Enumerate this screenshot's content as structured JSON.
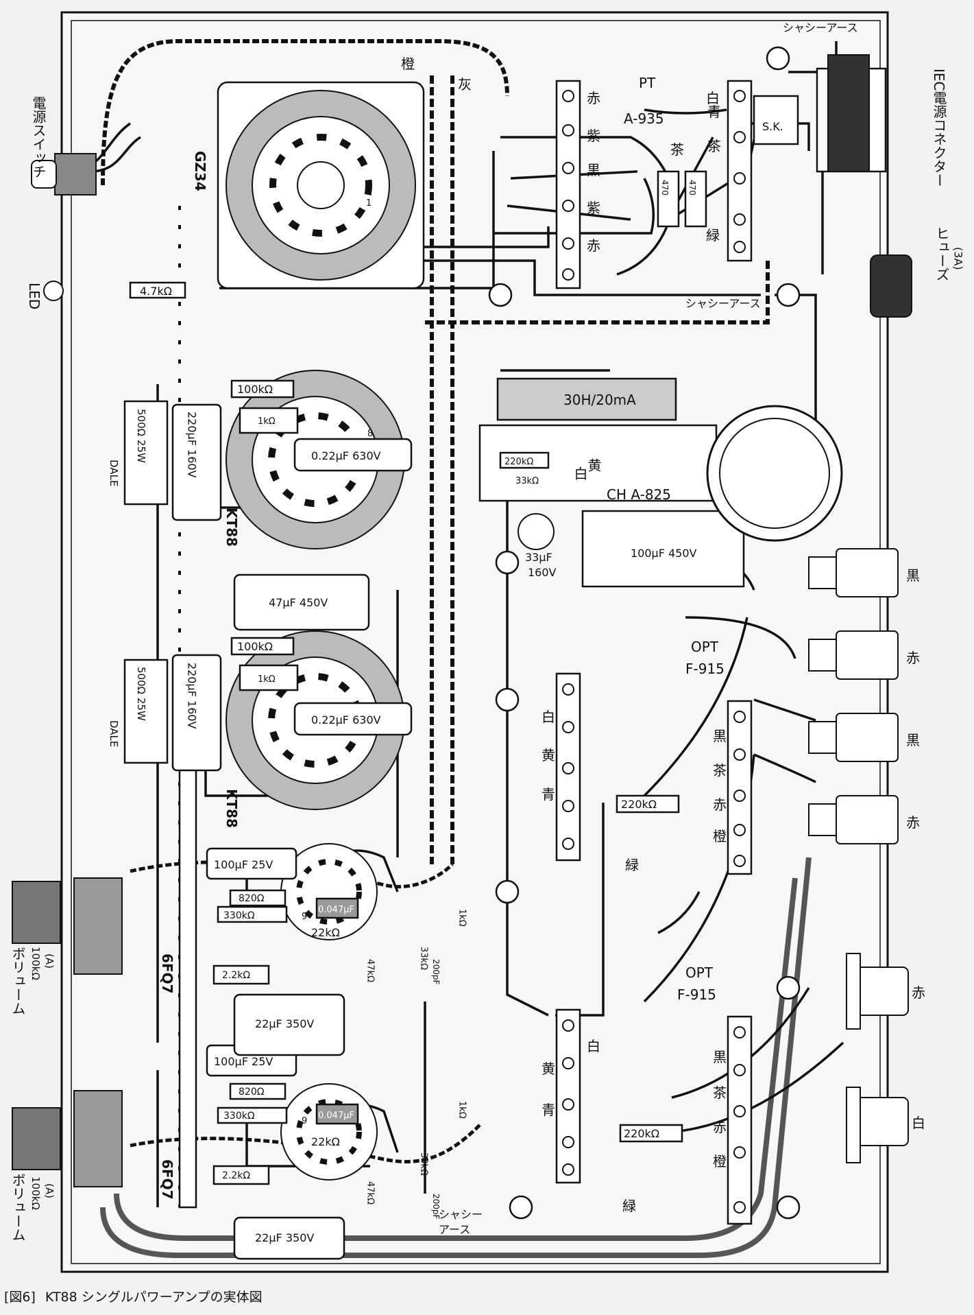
{
  "caption": {
    "figure": "[図6]",
    "title": "KT88 シングルパワーアンプの実体図"
  },
  "components": {
    "power_switch": "電源スイッチ",
    "led": "LED",
    "led_resistor": "4.7kΩ",
    "rectifier_tube": "GZ34",
    "power_tube_1": "KT88",
    "power_tube_2": "KT88",
    "driver_tube_1": "6FQ7",
    "driver_tube_2": "6FQ7",
    "volume_1": "ボリューム",
    "volume_1_value": "100kΩ",
    "volume_1_taper": "(A)",
    "volume_2": "ボリューム",
    "volume_2_value": "100kΩ",
    "volume_2_taper": "(A)",
    "power_transformer": "PT",
    "power_transformer_model": "A-935",
    "choke": "30H/20mA",
    "choke_model": "CH A-825",
    "opt_1": "OPT",
    "opt_1_model": "F-915",
    "opt_2": "OPT",
    "opt_2_model": "F-915",
    "iec_connector": "IEC電源コネクター",
    "fuse": "ヒューズ",
    "fuse_rating": "(3A)",
    "chassis_earth_1": "シャシーアース",
    "chassis_earth_2": "シャシーアース",
    "chassis_earth_3": "シャシー",
    "chassis_earth_3b": "アース",
    "sk": "S.K.",
    "dale_1": "DALE",
    "dale_2": "DALE",
    "res_500_1": "500Ω 25W",
    "res_500_2": "500Ω 25W",
    "cap_220_1": "220µF 160V",
    "cap_220_2": "220µF 160V",
    "cap_022_1": "0.22µF 630V",
    "cap_022_2": "0.22µF 630V",
    "cap_47": "47µF 450V",
    "cap_100_450": "100µF 450V",
    "cap_33": "33µF",
    "cap_33_v": "160V",
    "cap_100_25_1": "100µF 25V",
    "cap_100_25_2": "100µF 25V",
    "cap_22_350_1": "22µF 350V",
    "cap_22_350_2": "22µF 350V",
    "cap_0047_1": "0.047µF",
    "cap_0047_2": "0.047µF",
    "cap_200p_1": "200pF",
    "cap_200p_2": "200pF",
    "res_100k_1": "100kΩ",
    "res_100k_2": "100kΩ",
    "res_1k_a": "1kΩ",
    "res_1k_b": "1kΩ",
    "res_1k_c": "1kΩ",
    "res_1k_d": "1kΩ",
    "res_220k_1": "220kΩ",
    "res_220k_2": "220kΩ",
    "res_220k_3": "220kΩ",
    "res_33k_1": "33kΩ",
    "res_33k_2": "33kΩ",
    "res_33k_3": "33kΩ",
    "res_47k_1": "47kΩ",
    "res_47k_2": "47kΩ",
    "res_22k_1": "22kΩ",
    "res_22k_2": "22kΩ",
    "res_820_1": "820Ω",
    "res_820_2": "820Ω",
    "res_330k_1": "330kΩ",
    "res_330k_2": "330kΩ",
    "res_22k_s1": "2.2kΩ",
    "res_22k_s2": "2.2kΩ",
    "res_470_1": "470",
    "res_470_2": "470"
  },
  "wire_colors": {
    "pt_left": [
      "赤",
      "紫",
      "黒",
      "紫",
      "赤"
    ],
    "pt_right": [
      "白",
      "青",
      "茶",
      "茶"
    ],
    "pt_green": "緑",
    "pt_orange": "橙",
    "pt_gray": "灰",
    "ch_white": "白",
    "ch_yellow": "黄",
    "opt1_left": [
      "白",
      "黄",
      "青"
    ],
    "opt1_right": [
      "黒",
      "茶",
      "赤",
      "橙"
    ],
    "opt1_green": "緑",
    "opt2_left": [
      "白",
      "黄",
      "青"
    ],
    "opt2_right": [
      "黒",
      "茶",
      "赤",
      "橙"
    ],
    "opt2_green": "緑",
    "sp_terminals": [
      "黒",
      "赤",
      "黒",
      "赤"
    ],
    "input_jacks": [
      "赤",
      "白"
    ]
  },
  "pin_numbers": {
    "p1": "1",
    "p8": "8",
    "p8b": "8",
    "p9": "9",
    "p9b": "9"
  },
  "colors": {
    "wire": "#111111",
    "shield": "#555555",
    "chassis": "#f2f2f0",
    "part": "#ffffff",
    "screw": "#222222"
  }
}
